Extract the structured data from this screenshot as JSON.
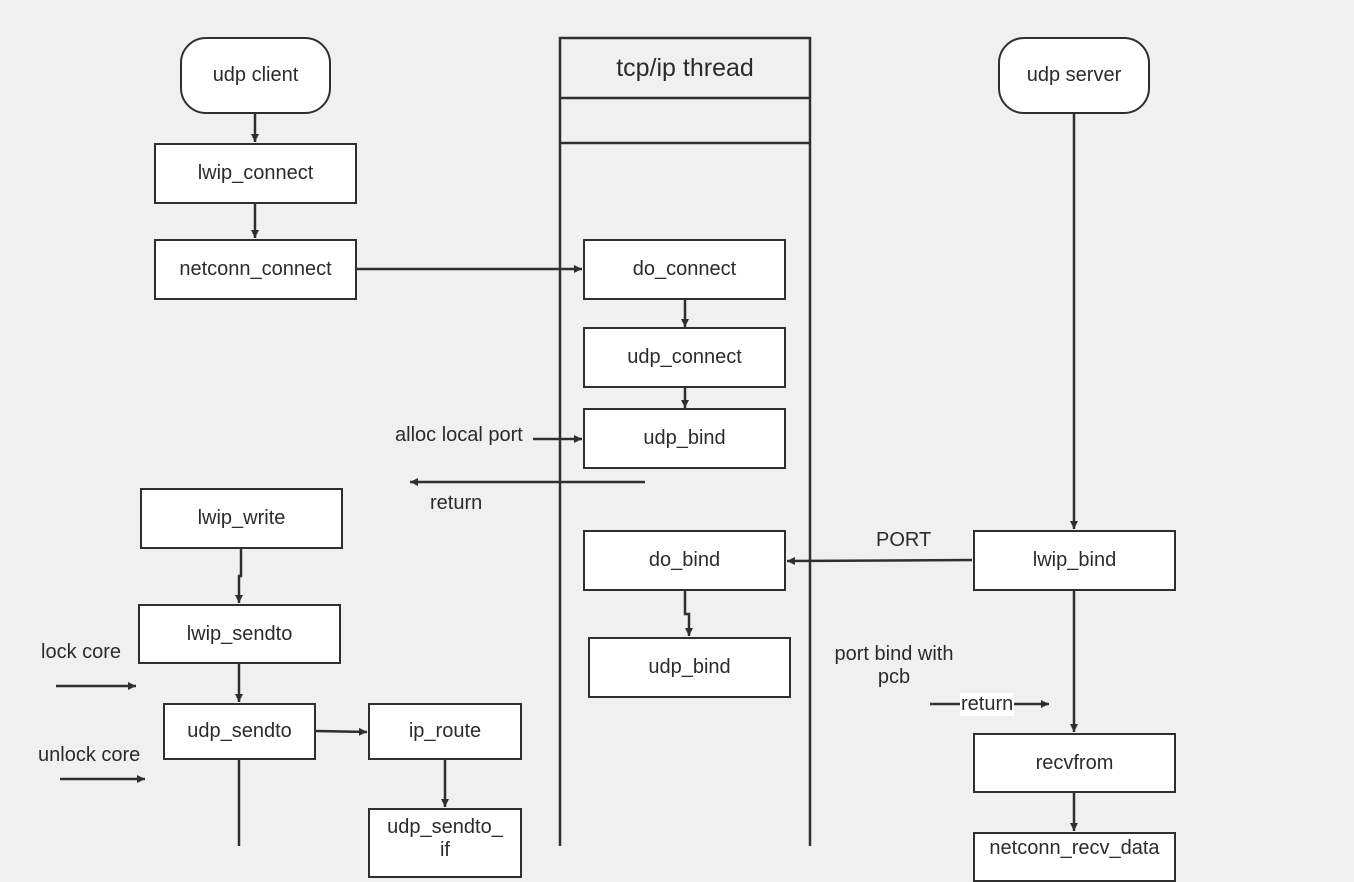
{
  "lane": {
    "title": "tcp/ip thread"
  },
  "client": {
    "start": "udp client",
    "lwip_connect": "lwip_connect",
    "netconn_connect": "netconn_connect",
    "lwip_write": "lwip_write",
    "lwip_sendto": "lwip_sendto",
    "udp_sendto": "udp_sendto",
    "ip_route": "ip_route",
    "udp_sendto_if": "udp_sendto_\nif"
  },
  "thread": {
    "do_connect": "do_connect",
    "udp_connect": "udp_connect",
    "udp_bind_1": "udp_bind",
    "do_bind": "do_bind",
    "udp_bind_2": "udp_bind"
  },
  "server": {
    "start": "udp server",
    "lwip_bind": "lwip_bind",
    "recvfrom": "recvfrom",
    "next_partial": "netconn_recv_data"
  },
  "labels": {
    "alloc_local_port": "alloc local port",
    "return_left": "return",
    "port": "PORT",
    "lock_core": "lock core",
    "unlock_core": "unlock core",
    "port_bind_with_pcb": "port bind with\npcb",
    "return_right": "return"
  }
}
